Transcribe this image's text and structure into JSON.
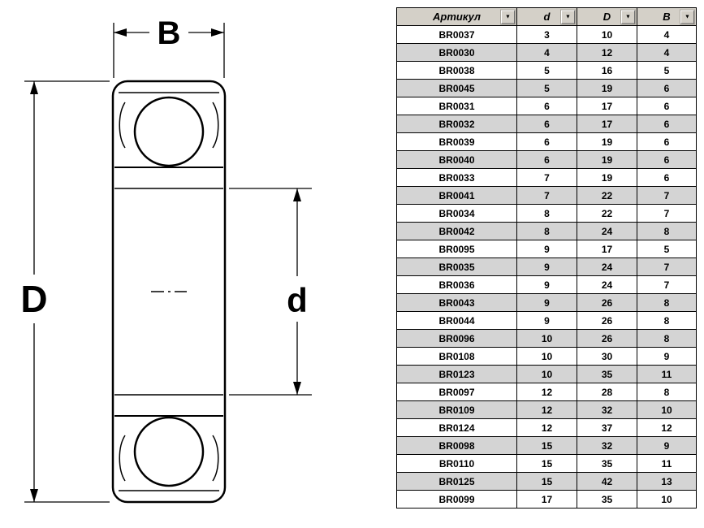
{
  "diagram": {
    "type": "ball-bearing-cross-section",
    "labels": {
      "width": "B",
      "outer_diameter": "D",
      "bore_diameter": "d"
    }
  },
  "icons": {
    "filter_arrow": "▼"
  },
  "colors": {
    "header_bg": "#d4d0c8",
    "row_alt_bg": "#d4d4d4",
    "border": "#000000",
    "line": "#000000"
  },
  "table": {
    "columns": [
      {
        "key": "articul",
        "label": "Артикул"
      },
      {
        "key": "d",
        "label": "d"
      },
      {
        "key": "D",
        "label": "D"
      },
      {
        "key": "B",
        "label": "B"
      }
    ],
    "rows": [
      [
        "BR0037",
        3,
        10,
        4
      ],
      [
        "BR0030",
        4,
        12,
        4
      ],
      [
        "BR0038",
        5,
        16,
        5
      ],
      [
        "BR0045",
        5,
        19,
        6
      ],
      [
        "BR0031",
        6,
        17,
        6
      ],
      [
        "BR0032",
        6,
        17,
        6
      ],
      [
        "BR0039",
        6,
        19,
        6
      ],
      [
        "BR0040",
        6,
        19,
        6
      ],
      [
        "BR0033",
        7,
        19,
        6
      ],
      [
        "BR0041",
        7,
        22,
        7
      ],
      [
        "BR0034",
        8,
        22,
        7
      ],
      [
        "BR0042",
        8,
        24,
        8
      ],
      [
        "BR0095",
        9,
        17,
        5
      ],
      [
        "BR0035",
        9,
        24,
        7
      ],
      [
        "BR0036",
        9,
        24,
        7
      ],
      [
        "BR0043",
        9,
        26,
        8
      ],
      [
        "BR0044",
        9,
        26,
        8
      ],
      [
        "BR0096",
        10,
        26,
        8
      ],
      [
        "BR0108",
        10,
        30,
        9
      ],
      [
        "BR0123",
        10,
        35,
        11
      ],
      [
        "BR0097",
        12,
        28,
        8
      ],
      [
        "BR0109",
        12,
        32,
        10
      ],
      [
        "BR0124",
        12,
        37,
        12
      ],
      [
        "BR0098",
        15,
        32,
        9
      ],
      [
        "BR0110",
        15,
        35,
        11
      ],
      [
        "BR0125",
        15,
        42,
        13
      ],
      [
        "BR0099",
        17,
        35,
        10
      ]
    ]
  }
}
